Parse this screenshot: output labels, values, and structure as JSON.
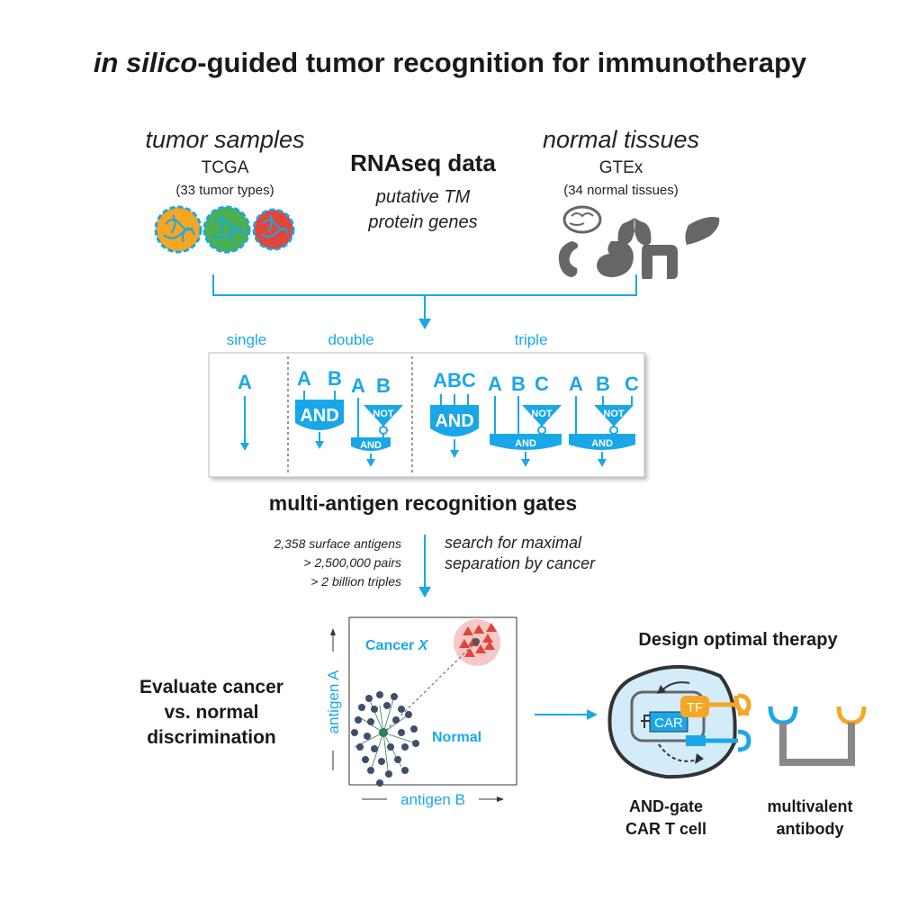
{
  "title": {
    "italic": "in silico",
    "rest": "-guided tumor recognition for immunotherapy"
  },
  "tumor": {
    "heading": "tumor samples",
    "source": "TCGA",
    "count": "(33 tumor types)"
  },
  "rnaseq": {
    "heading": "RNAseq data",
    "line1": "putative TM",
    "line2": "protein genes"
  },
  "normal": {
    "heading": "normal tissues",
    "source": "GTEx",
    "count": "(34 normal tissues)"
  },
  "gates": {
    "single_label": "single",
    "double_label": "double",
    "triple_label": "triple",
    "letters": {
      "a": "A",
      "b": "B",
      "c": "C",
      "abc": "ABC"
    },
    "and": "AND",
    "not": "NOT",
    "caption": "multi-antigen recognition gates"
  },
  "search": {
    "stats": [
      "2,358 surface antigens",
      "> 2,500,000 pairs",
      "> 2 billion triples"
    ],
    "desc": [
      "search for maximal",
      "separation by cancer"
    ]
  },
  "evaluate": {
    "lines": [
      "Evaluate cancer",
      "vs. normal",
      "discrimination"
    ]
  },
  "scatter": {
    "cancer_label": "Cancer ",
    "cancer_x": "X",
    "normal_label": "Normal",
    "xaxis": "antigen B",
    "yaxis": "antigen A"
  },
  "design": {
    "heading": "Design optimal therapy",
    "car": "CAR",
    "tf": "TF",
    "car_caption": [
      "AND-gate",
      "CAR T cell"
    ],
    "ab_caption": [
      "multivalent",
      "antibody"
    ]
  },
  "colors": {
    "accent": "#1aa7e8",
    "orange": "#f5a623",
    "red": "#e0463a",
    "green": "#4caf50",
    "gray": "#5f5f5f",
    "navy": "#3d4f6b"
  }
}
